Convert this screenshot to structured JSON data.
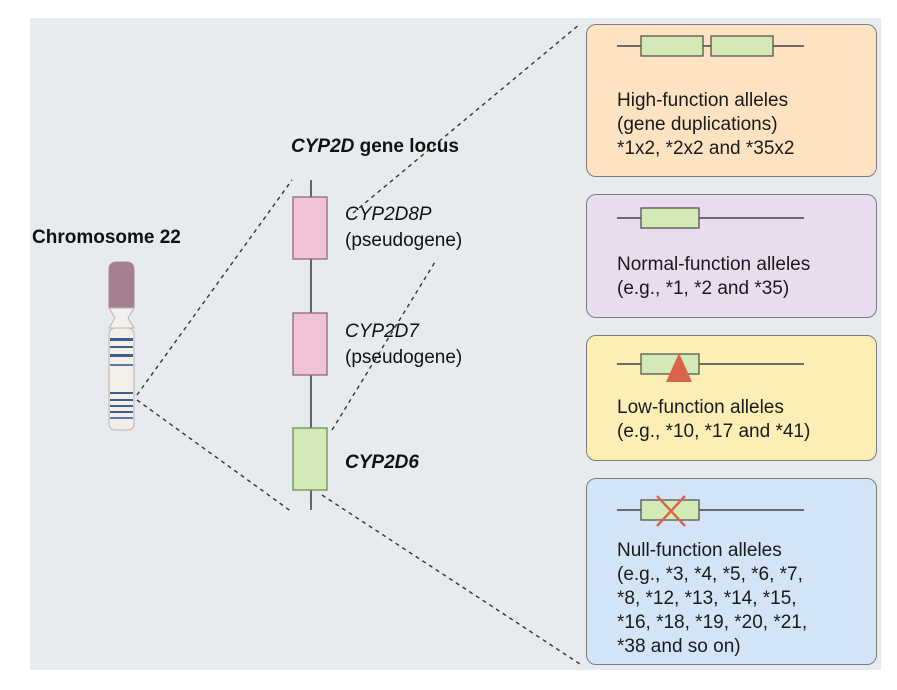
{
  "chromosome": {
    "label": "Chromosome 22"
  },
  "locus": {
    "title_gene": "CYP2D",
    "title_rest": " gene locus",
    "genes": [
      {
        "name": "CYP2D8P",
        "note": "(pseudogene)",
        "color": "#f2c3d8"
      },
      {
        "name": "CYP2D7",
        "note": "(pseudogene)",
        "color": "#f2c3d8"
      },
      {
        "name": "CYP2D6",
        "note": "",
        "color": "#d3eab6"
      }
    ]
  },
  "alleles": [
    {
      "category": "High-function alleles",
      "lines": [
        "(gene duplications)",
        "*1x2, *2x2 and *35x2"
      ],
      "bg": "#fde3c2",
      "icon": "gene-duplication-icon"
    },
    {
      "category": "Normal-function alleles",
      "lines": [
        "(e.g., *1, *2 and *35)"
      ],
      "bg": "#e9dcef",
      "icon": "single-gene-icon"
    },
    {
      "category": "Low-function alleles",
      "lines": [
        "(e.g., *10, *17 and *41)"
      ],
      "bg": "#fcefb6",
      "icon": "gene-variant-triangle-icon"
    },
    {
      "category": "Null-function alleles",
      "lines": [
        "(e.g., *3, *4, *5, *6, *7,",
        "*8, *12, *13, *14, *15,",
        "*16, *18, *19, *20, *21,",
        "*38 and so on)"
      ],
      "bg": "#d2e4f5",
      "icon": "gene-deleted-cross-icon"
    }
  ],
  "colors": {
    "panel_bg": "#e8ebee",
    "gene_green": "#d3eab6",
    "pseudogene_pink": "#f2c3d8",
    "variant_red": "#d9644a",
    "centromere_purple": "#a77f92",
    "band_blue": "#3e5e8c"
  }
}
